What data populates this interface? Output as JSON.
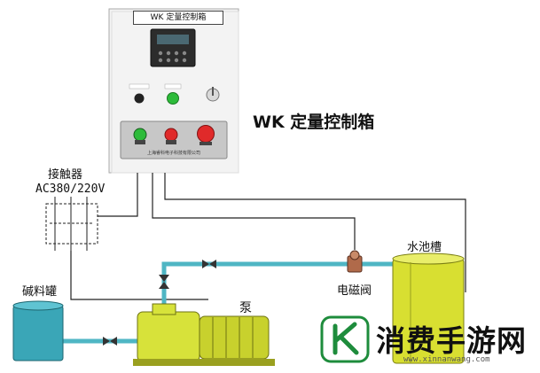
{
  "control_box": {
    "label": "WK 定量控制箱",
    "panel_text": "上海睿科电子科技有限公司"
  },
  "title": "WK 定量控制箱",
  "contactor": {
    "label": "接触器",
    "voltage": "AC380/220V"
  },
  "components": {
    "left_tank": "碱料罐",
    "right_tank": "水池槽",
    "solenoid_valve": "电磁阀",
    "pump": "泵"
  },
  "watermark": {
    "text": "消费手游网",
    "url": "www.xinnanwang.com"
  },
  "colors": {
    "pipe": "#4fb6c4",
    "pump": "#d7e23a",
    "left_tank": "#3aa6b7",
    "right_tank": "#d8df31",
    "button_green": "#2dbb3a",
    "button_red": "#e02a2a"
  }
}
